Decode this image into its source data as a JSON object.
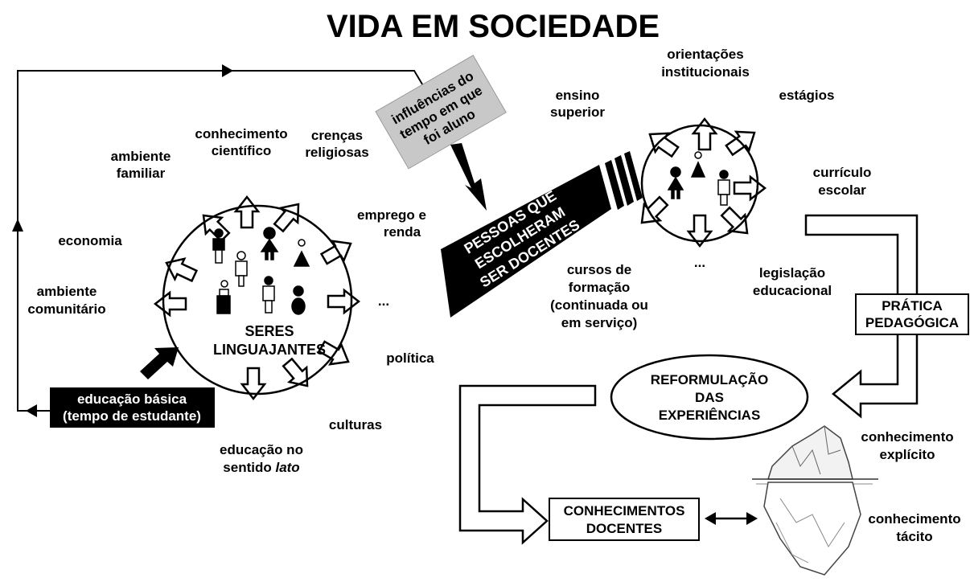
{
  "title": "VIDA EM SOCIEDADE",
  "left_circle": {
    "label_1": "SERES",
    "label_2": "LINGUAJANTES",
    "inputs": {
      "ambiente_familiar": [
        "ambiente",
        "familiar"
      ],
      "conhecimento_cientifico": [
        "conhecimento",
        "científico"
      ],
      "crencas_religiosas": [
        "crenças",
        "religiosas"
      ],
      "emprego_renda": [
        "emprego e",
        "renda"
      ],
      "economia": "economia",
      "ambiente_comunitario": [
        "ambiente",
        "comunitário"
      ],
      "ellipsis": "...",
      "politica": "política",
      "culturas": "culturas",
      "educacao_lato": [
        "educação no",
        "sentido",
        "lato"
      ]
    }
  },
  "educacao_basica": [
    "educação básica",
    "(tempo de estudante)"
  ],
  "influencias": [
    "influências do",
    "tempo em que",
    "foi aluno"
  ],
  "big_arrow": [
    "PESSOAS QUE",
    "ESCOLHERAM",
    "SER DOCENTES"
  ],
  "right_circle": {
    "inputs": {
      "orientacoes": [
        "orientações",
        "institucionais"
      ],
      "ensino_superior": [
        "ensino",
        "superior"
      ],
      "estagios": "estágios",
      "curriculo": [
        "currículo",
        "escolar"
      ],
      "cursos": [
        "cursos de",
        "formação",
        "(continuada ou",
        "em serviço)"
      ],
      "ellipsis": "...",
      "legislacao": [
        "legislação",
        "educacional"
      ]
    }
  },
  "pratica": [
    "PRÁTICA",
    "PEDAGÓGICA"
  ],
  "reformulacao": [
    "REFORMULAÇÃO",
    "DAS",
    "EXPERIÊNCIAS"
  ],
  "conhecimentos_docentes": [
    "CONHECIMENTOS",
    "DOCENTES"
  ],
  "iceberg": {
    "explicito": [
      "conhecimento",
      "explícito"
    ],
    "tacito": [
      "conhecimento",
      "tácito"
    ]
  }
}
